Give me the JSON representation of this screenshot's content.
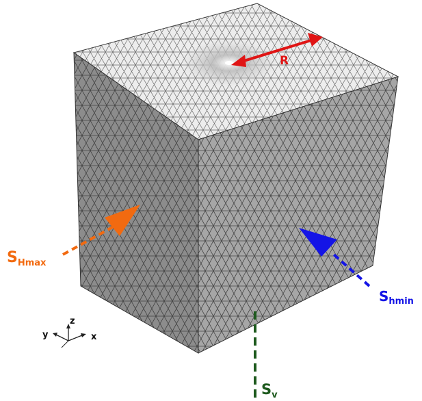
{
  "labels": {
    "radius": "R",
    "shmax_main": "S",
    "shmax_sub": "Hmax",
    "shmin_main": "S",
    "shmin_sub": "hmin",
    "sv_main": "S",
    "sv_sub": "v"
  },
  "triad": {
    "z": "z",
    "y": "y",
    "x": "x"
  },
  "colors": {
    "radius_arrow": "#e01414",
    "shmax": "#f26a10",
    "shmin": "#1414e6",
    "sv": "#1e5a1e",
    "top_face": "#ededed",
    "left_face": "#8c8c8c",
    "right_face": "#a6a6a6",
    "mesh_line": "#3a3a3a"
  }
}
